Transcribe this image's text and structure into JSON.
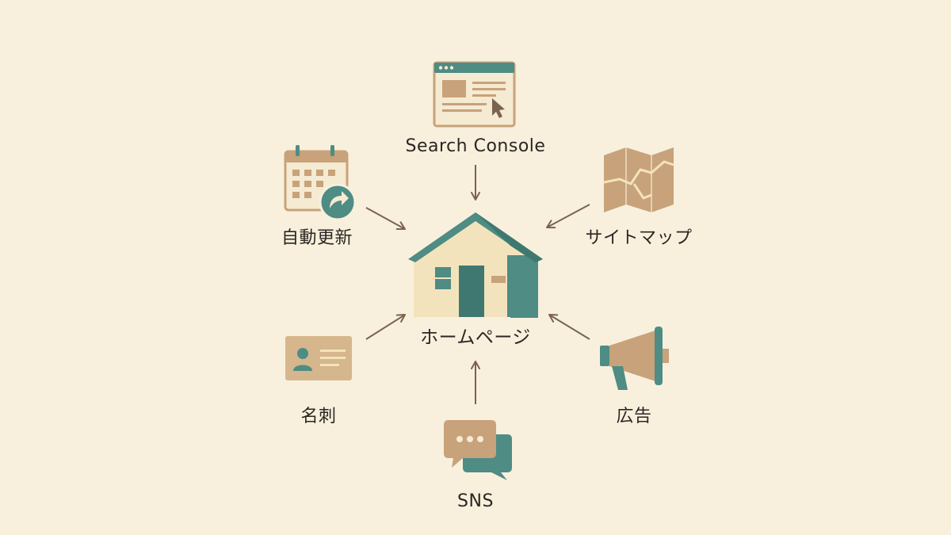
{
  "diagram": {
    "center": {
      "label": "ホームページ"
    },
    "nodes": [
      {
        "id": "search-console",
        "label": "Search Console",
        "icon": "browser-window-icon"
      },
      {
        "id": "auto-update",
        "label": "自動更新",
        "icon": "calendar-icon"
      },
      {
        "id": "sitemap",
        "label": "サイトマップ",
        "icon": "map-icon"
      },
      {
        "id": "business-card",
        "label": "名刺",
        "icon": "business-card-icon"
      },
      {
        "id": "advertising",
        "label": "広告",
        "icon": "megaphone-icon"
      },
      {
        "id": "sns",
        "label": "SNS",
        "icon": "chat-bubbles-icon"
      }
    ],
    "colors": {
      "background": "#f8f0dd",
      "teal": "#4e8c84",
      "tan": "#c8a27a",
      "cream": "#f3e3bc",
      "arrow": "#7a6350"
    }
  }
}
